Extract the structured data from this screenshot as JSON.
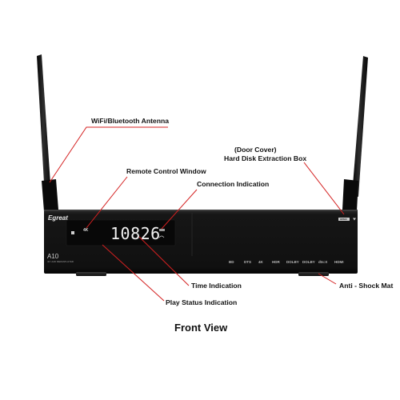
{
  "device": {
    "brand": "Egreat",
    "model": "A10",
    "model_subtitle": "4K UHD MEDIAPLAYER",
    "display_badge": "4K",
    "display_digits": "10826",
    "button_badge": "OPEN",
    "logos": [
      "BD",
      "DTS",
      "4K",
      "HDR",
      "DOLBY",
      "DOLBY",
      "dts:X",
      "HDMI"
    ]
  },
  "callouts": {
    "antenna": "WiFi/Bluetooth Antenna",
    "door_cover": "(Door Cover)",
    "hdd_box": "Hard Disk Extraction Box",
    "remote_window": "Remote Control Window",
    "connection": "Connection Indication",
    "time": "Time Indication",
    "play_status": "Play Status Indication",
    "anti_shock": "Anti - Shock Mat"
  },
  "caption": "Front View",
  "colors": {
    "leader_line": "#d42020",
    "device_body": "#131313",
    "background": "#ffffff"
  }
}
